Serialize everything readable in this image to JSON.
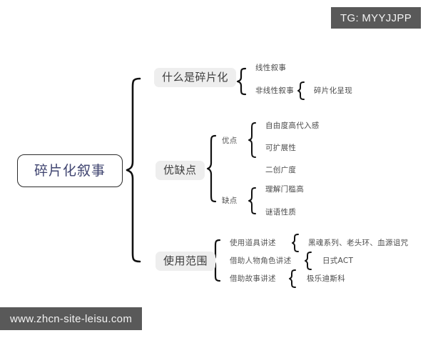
{
  "watermarks": {
    "top_right": "TG: MYYJJPP",
    "bottom_left": "www.zhcn-site-leisu.com"
  },
  "colors": {
    "root_text": "#3f4470",
    "root_border": "#2b2b2b",
    "branch_background": "#eeeeee",
    "branch_text": "#3c3c3c",
    "leaf_text": "#4a4a4a",
    "brace_stroke": "#111111",
    "watermark_background": "#595959",
    "watermark_text": "#f2f2f2",
    "canvas_background": "#ffffff"
  },
  "mindmap": {
    "root": "碎片化叙事",
    "branches": [
      {
        "label": "什么是碎片化",
        "children": [
          {
            "label": "线性叙事",
            "children": []
          },
          {
            "label": "非线性叙事",
            "children": [
              {
                "label": "碎片化呈现"
              }
            ]
          }
        ]
      },
      {
        "label": "优缺点",
        "children": [
          {
            "label": "优点",
            "children": [
              {
                "label": "自由度高代入感"
              },
              {
                "label": "可扩展性"
              },
              {
                "label": "二创广度"
              }
            ]
          },
          {
            "label": "缺点",
            "children": [
              {
                "label": "理解门槛高"
              },
              {
                "label": "谜语性质"
              }
            ]
          }
        ]
      },
      {
        "label": "使用范围",
        "children": [
          {
            "label": "使用道具讲述",
            "children": [
              {
                "label": "黑魂系列、老头环、血源诅咒"
              }
            ]
          },
          {
            "label": "借助人物角色讲述",
            "children": [
              {
                "label": "日式ACT"
              }
            ]
          },
          {
            "label": "借助故事讲述",
            "children": [
              {
                "label": "极乐迪斯科"
              }
            ]
          }
        ]
      }
    ]
  }
}
